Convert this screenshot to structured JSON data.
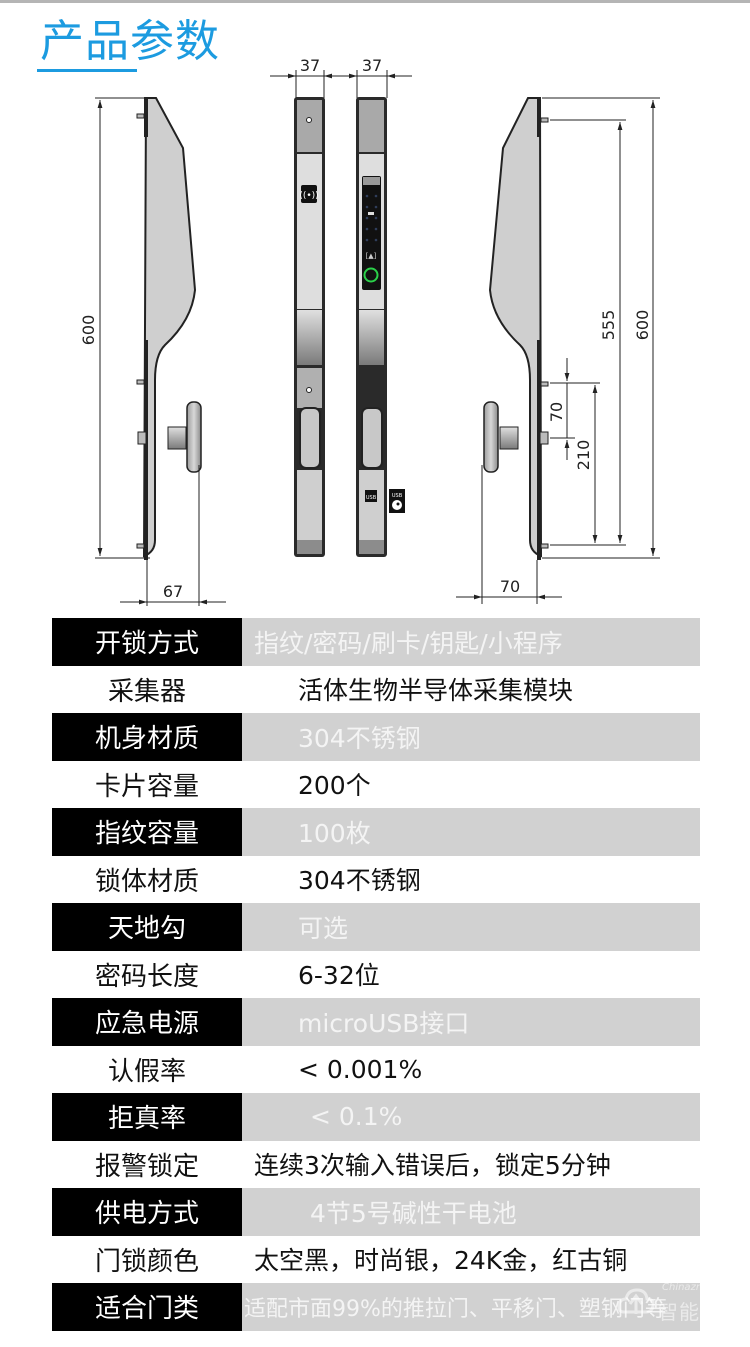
{
  "header": {
    "title": "产品参数",
    "accent_color": "#1c9be0"
  },
  "drawing": {
    "dimensions": {
      "front_width": "37",
      "back_width": "37",
      "left_height": "600",
      "left_handle_depth": "67",
      "right_height": "600",
      "right_hole_span": "555",
      "right_upper_hole_gap": "70",
      "right_lower_span": "210",
      "right_handle_depth": "70"
    },
    "icons": {
      "card_reader": "nfc-card-icon",
      "fingerprint": "fingerprint-sensor-icon",
      "usb": "usb-port-icon",
      "key": "key-icon"
    },
    "usb_label": "USB"
  },
  "specs": [
    {
      "label": "开锁方式",
      "value": "指纹/密码/刷卡/钥匙/小程序",
      "style": "dark"
    },
    {
      "label": "采集器",
      "value": "活体生物半导体采集模块",
      "style": "light"
    },
    {
      "label": "机身材质",
      "value": "304不锈钢",
      "style": "dark"
    },
    {
      "label": "卡片容量",
      "value": "200个",
      "style": "light"
    },
    {
      "label": "指纹容量",
      "value": "100枚",
      "style": "dark"
    },
    {
      "label": "锁体材质",
      "value": "304不锈钢",
      "style": "light"
    },
    {
      "label": "天地勾",
      "value": "可选",
      "style": "dark"
    },
    {
      "label": "密码长度",
      "value": "6-32位",
      "style": "light"
    },
    {
      "label": "应急电源",
      "value": "microUSB接口",
      "style": "dark"
    },
    {
      "label": "认假率",
      "value": "< 0.001%",
      "style": "light"
    },
    {
      "label": "拒真率",
      "value": "< 0.1%",
      "style": "dark"
    },
    {
      "label": "报警锁定",
      "value": "连续3次输入错误后，锁定5分钟",
      "style": "light"
    },
    {
      "label": "供电方式",
      "value": "4节5号碱性干电池",
      "style": "dark"
    },
    {
      "label": "门锁颜色",
      "value": "太空黑，时尚银，24K金，红古铜",
      "style": "light"
    },
    {
      "label": "适合门类",
      "value": "适配市面99%的推拉门、平移门、塑钢门等",
      "style": "dark"
    }
  ],
  "watermark": {
    "small": "Chinazns.com",
    "big": "智能锁网"
  }
}
